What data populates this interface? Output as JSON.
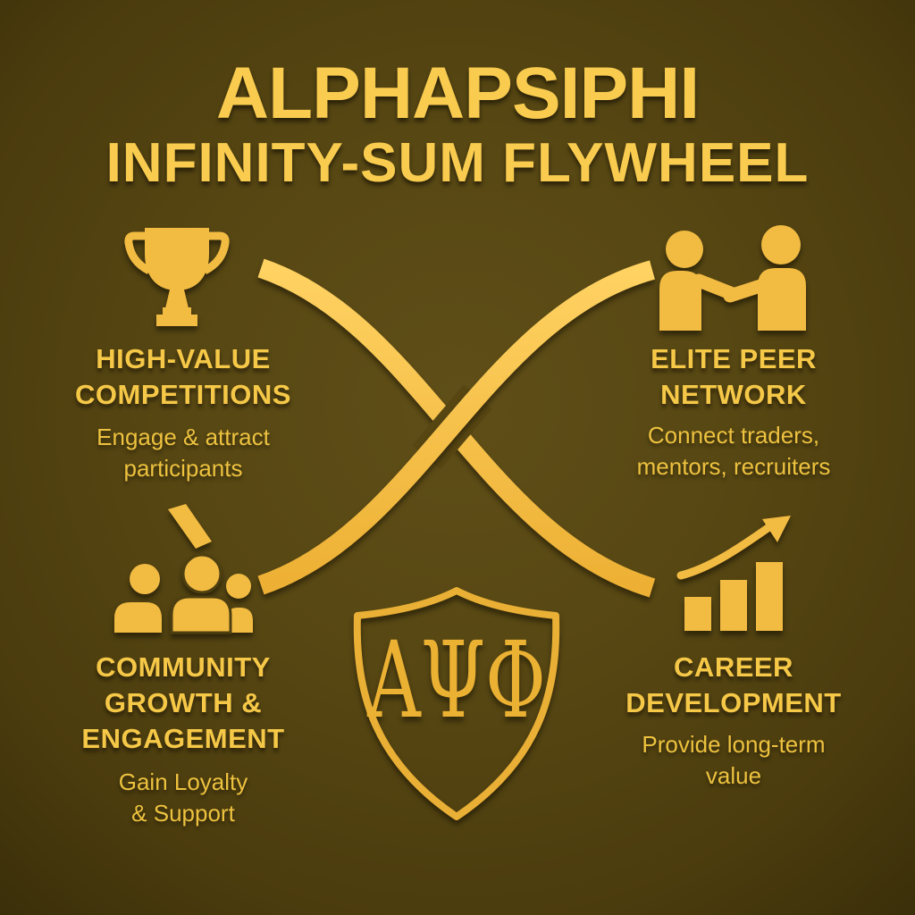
{
  "title": {
    "line1": "ALPHAPSIPHI",
    "line2": "INFINITY-SUM FLYWHEEL"
  },
  "colors": {
    "gold": "#F2BB42",
    "gold_bright": "#FFD262",
    "gold_deep": "#EDB034",
    "background_center": "#5F4E17",
    "background_edge": "#0E0A01"
  },
  "flywheel": {
    "icon": "infinity-loop-icon"
  },
  "badge": {
    "icon": "shield-icon",
    "letters": "ΑΨΦ"
  },
  "nodes": [
    {
      "id": "high-value-competitions",
      "icon": "trophy-icon",
      "title_lines": [
        "HIGH-VALUE",
        "COMPETITIONS"
      ],
      "subtitle_lines": [
        "Engage & attract",
        "participants"
      ]
    },
    {
      "id": "elite-peer-network",
      "icon": "handshake-people-icon",
      "title_lines": [
        "ELITE PEER",
        "NETWORK"
      ],
      "subtitle_lines": [
        "Connect traders,",
        "mentors, recruiters"
      ]
    },
    {
      "id": "community-growth-engagement",
      "icon": "community-group-icon",
      "title_lines": [
        "COMMUNITY",
        "GROWTH &",
        "ENGAGEMENT"
      ],
      "subtitle_lines": [
        "Gain Loyalty",
        "& Support"
      ]
    },
    {
      "id": "career-development",
      "icon": "growth-bar-chart-icon",
      "title_lines": [
        "CAREER",
        "DEVELOPMENT"
      ],
      "subtitle_lines": [
        "Provide long-term",
        "value"
      ]
    }
  ]
}
